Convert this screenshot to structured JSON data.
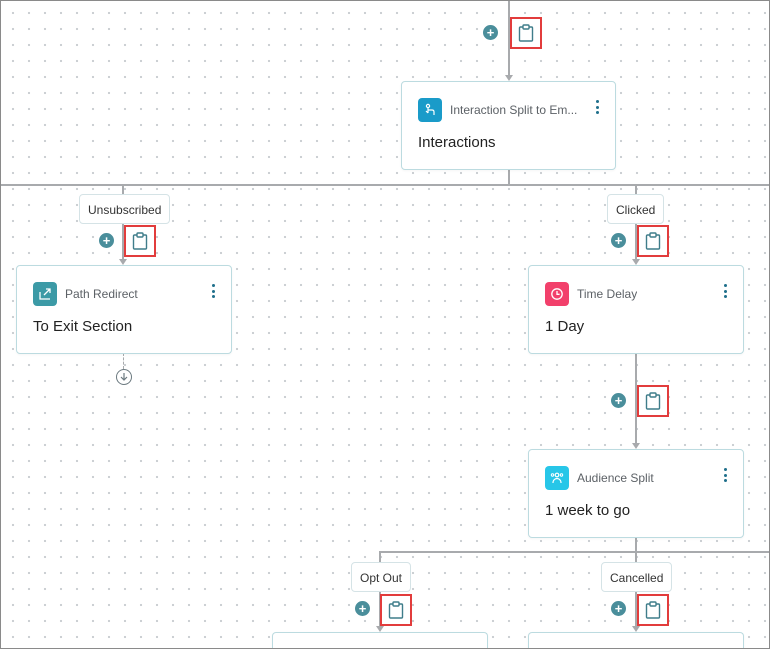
{
  "colors": {
    "connector": "#a8aaad",
    "card_border": "#bcdbe0",
    "highlight": "#e23c3c",
    "add_button": "#4a8e9b",
    "interaction_icon_bg": "#1a9bc9",
    "redirect_icon_bg": "#3c9aa6",
    "delay_icon_bg": "#f2406b",
    "audience_icon_bg": "#27c6e8"
  },
  "nodes": {
    "interaction": {
      "type_label": "Interaction Split to Em...",
      "title": "Interactions",
      "icon": "interaction-split-icon"
    },
    "redirect": {
      "type_label": "Path Redirect",
      "title": "To Exit Section",
      "icon": "path-redirect-icon"
    },
    "delay": {
      "type_label": "Time Delay",
      "title": "1 Day",
      "icon": "clock-icon"
    },
    "audience": {
      "type_label": "Audience Split",
      "title": "1 week to go",
      "icon": "audience-split-icon"
    }
  },
  "branches": {
    "unsubscribed": "Unsubscribed",
    "clicked": "Clicked",
    "opt_out": "Opt Out",
    "cancelled": "Cancelled"
  },
  "controls": {
    "add_symbol": "+",
    "paste_icon": "clipboard-icon",
    "end_icon": "arrow-down-circle-icon"
  }
}
